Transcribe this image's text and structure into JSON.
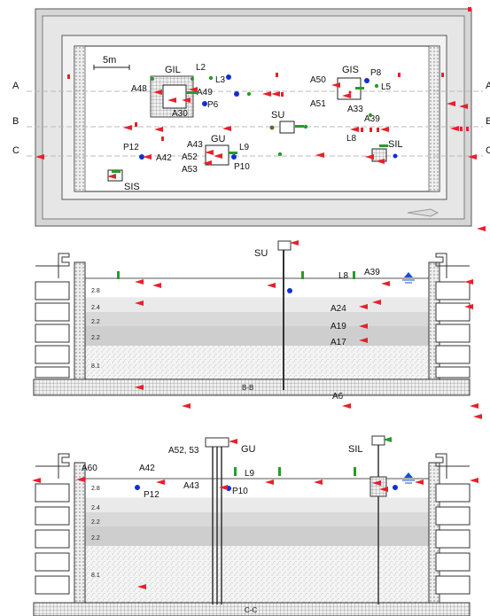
{
  "plan": {
    "section_lines": [
      "A",
      "B",
      "C"
    ],
    "scale_label": "5m",
    "devices": [
      "GIL",
      "GIS",
      "SU",
      "GU",
      "SIL",
      "SIS"
    ],
    "labels": {
      "a48": "A48",
      "a49": "A49",
      "a30": "A30",
      "p6": "P6",
      "l2": "L2",
      "l3": "L3",
      "a50": "A50",
      "a51": "A51",
      "a33": "A33",
      "p8": "P8",
      "l5": "L5",
      "a39": "A39",
      "l8": "L8",
      "a43": "A43",
      "a52": "A52",
      "a53": "A53",
      "l9": "L9",
      "p10": "P10",
      "p12": "P12",
      "a42": "A42"
    }
  },
  "section_bb": {
    "title": "B-B",
    "device": "SU",
    "layer_thicknesses": [
      "2.8",
      "2.4",
      "2.2",
      "2.2",
      "8.1"
    ],
    "labels": {
      "l8": "L8",
      "a39": "A39",
      "a24": "A24",
      "a19": "A19",
      "a17": "A17",
      "a6": "A6"
    }
  },
  "section_cc": {
    "title": "C-C",
    "devices": {
      "gu": "GU",
      "sil": "SIL"
    },
    "layer_thicknesses": [
      "2.8",
      "2.4",
      "2.2",
      "2.2",
      "8.1"
    ],
    "labels": {
      "a60": "A60",
      "a42": "A42",
      "p12": "P12",
      "a5253": "A52, 53",
      "a43": "A43",
      "l9": "L9",
      "p10": "P10"
    }
  },
  "colors": {
    "sensor_red": "#e8202a",
    "sensor_blue": "#1030d0",
    "sensor_green": "#2a9a2a",
    "water_blue": "#1a4fd0"
  }
}
